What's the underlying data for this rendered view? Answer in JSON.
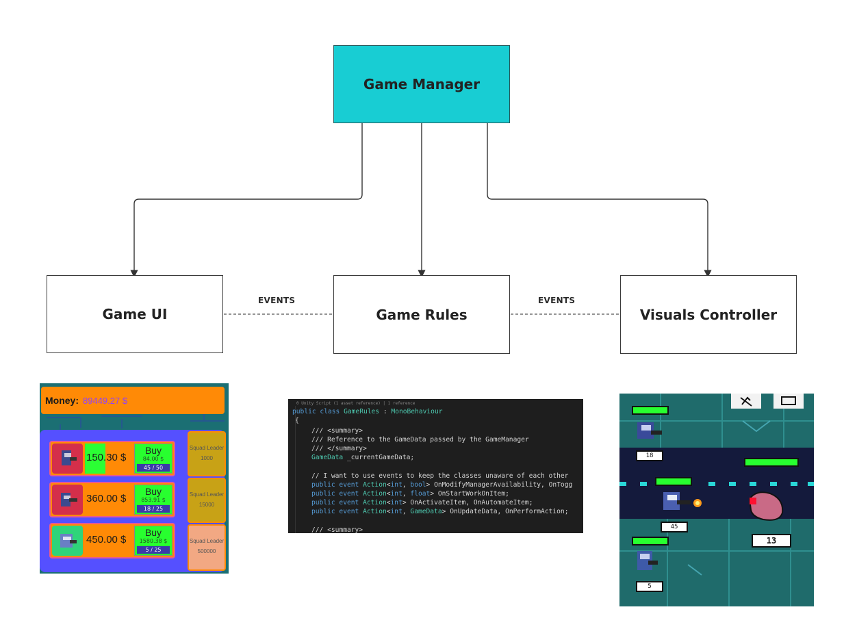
{
  "diagram": {
    "nodes": {
      "manager": "Game Manager",
      "ui": "Game UI",
      "rules": "Game Rules",
      "visuals": "Visuals Controller"
    },
    "edge_labels": {
      "ui_rules": "EVENTS",
      "rules_visuals": "EVENTS"
    },
    "colors": {
      "manager_fill": "#18cdd3"
    }
  },
  "game_ui": {
    "money_label": "Money:",
    "money_value": "89449.27 $",
    "rows": [
      {
        "price": "150.30 $",
        "buy": "Buy",
        "cost": "84.00 $",
        "qty": "45 / 50"
      },
      {
        "price": "360.00 $",
        "buy": "Buy",
        "cost": "853.91 $",
        "qty": "18 / 25"
      },
      {
        "price": "450.00 $",
        "buy": "Buy",
        "cost": "1580.38 $",
        "qty": "5 / 25"
      }
    ],
    "leaders": [
      {
        "name": "Squad Leader",
        "value": "1000"
      },
      {
        "name": "Squad Leader",
        "value": "15000"
      },
      {
        "name": "Squad Leader",
        "value": "500000"
      }
    ]
  },
  "code": {
    "hint": "0 Unity Script (1 asset reference) | 1 reference",
    "lines": {
      "l1a": "public class ",
      "l1b": "GameRules",
      "l1c": " : ",
      "l1d": "MonoBehaviour",
      "l2": "{",
      "l3": "/// <summary>",
      "l4": "/// Reference to the GameData passed by the GameManager",
      "l5": "/// </summary>",
      "l6a": "GameData",
      "l6b": " _currentGameData;",
      "l7": "// I want to use events to keep the classes unaware of each other",
      "l8": "OnModifyManagerAvailability, OnTogg",
      "l9": "OnStartWorkOnItem;",
      "l10": "OnActivateItem, OnAutomateItem;",
      "l11": "OnUpdateData, OnPerformAction;",
      "l12": "/// <summary>"
    }
  },
  "visuals": {
    "counts": [
      "18",
      "45",
      "5",
      "13"
    ]
  }
}
